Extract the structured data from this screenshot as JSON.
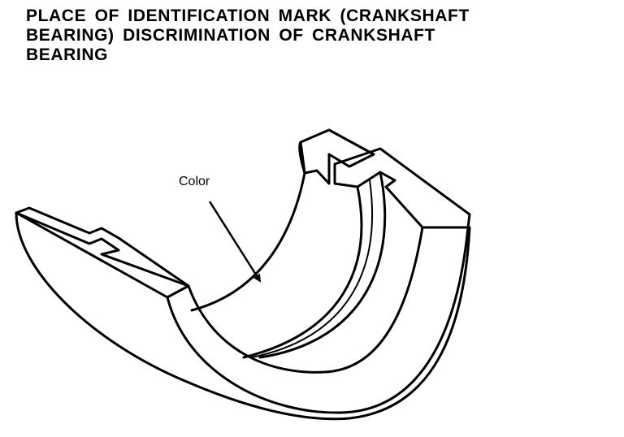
{
  "title": {
    "line1": "PLACE OF IDENTIFICATION MARK (CRANKSHAFT",
    "line2": "BEARING) DISCRIMINATION OF CRANKSHAFT",
    "line3": "BEARING"
  },
  "callout": {
    "label": "Color"
  }
}
